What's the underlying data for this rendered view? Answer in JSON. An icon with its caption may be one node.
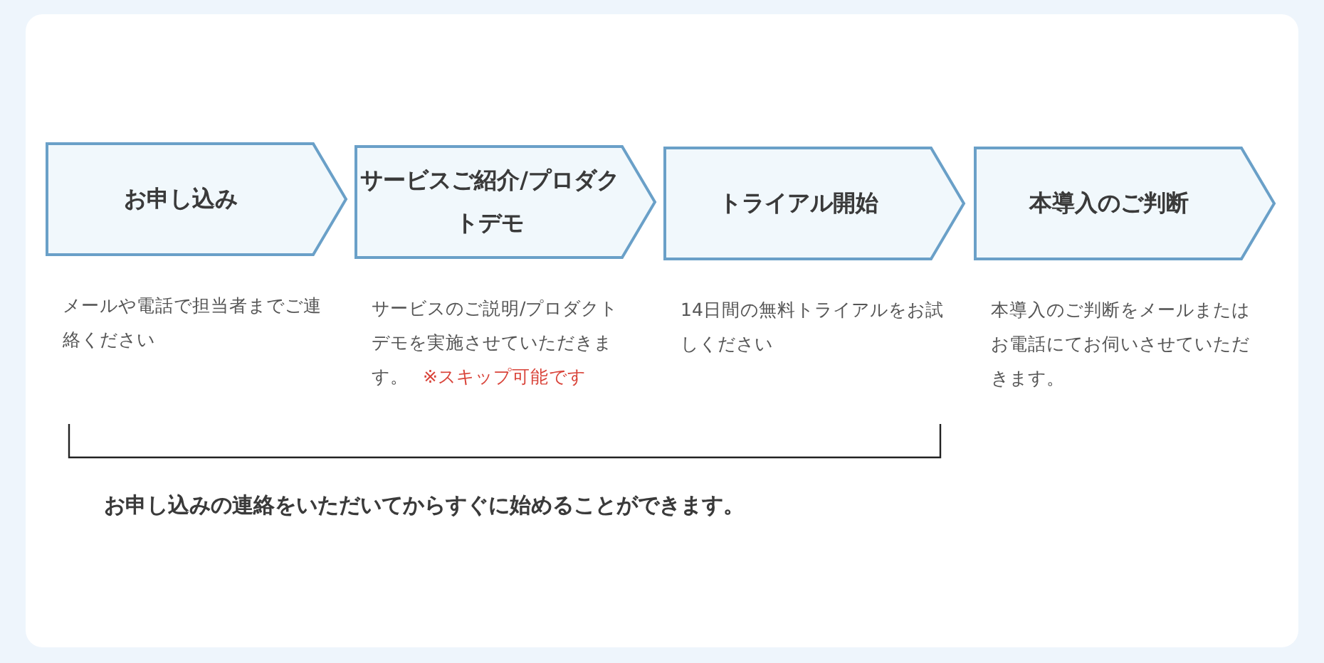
{
  "diagram": {
    "nodes": [
      {
        "text": [
          "お申し込み"
        ],
        "beside": [
          "メールや電話で担当者までご連絡ください"
        ]
      },
      {
        "text": [
          "サービスご紹介/プロダクトデモ"
        ],
        "beside": [
          "サービスのご説明/プロダクトデモを実施させていただきます。",
          "※スキップ可能です"
        ]
      },
      {
        "text": [
          "トライアル開始"
        ],
        "beside": [
          "14日間の無料トライアルをお試しください"
        ]
      },
      {
        "text": [
          "本導入のご判断"
        ],
        "beside": [
          "本導入のご判断をメールまたはお電話にてお伺いさせていただきます。"
        ]
      }
    ],
    "edges": [],
    "labels": [
      "お申し込みの連絡をいただいてからすぐに始めることができます。"
    ]
  }
}
